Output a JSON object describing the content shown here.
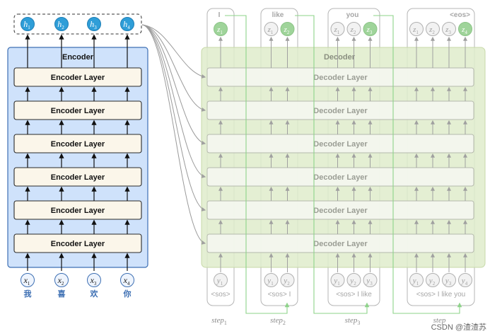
{
  "encoder": {
    "title": "Encoder",
    "layer_label": "Encoder Layer",
    "hidden_states": [
      {
        "sym": "h",
        "sub": "1"
      },
      {
        "sym": "h",
        "sub": "2"
      },
      {
        "sym": "h",
        "sub": "3"
      },
      {
        "sym": "h",
        "sub": "4"
      }
    ],
    "inputs": [
      {
        "sym": "x",
        "sub": "1",
        "token": "我"
      },
      {
        "sym": "x",
        "sub": "2",
        "token": "喜"
      },
      {
        "sym": "x",
        "sub": "3",
        "token": "欢"
      },
      {
        "sym": "x",
        "sub": "4",
        "token": "你"
      }
    ]
  },
  "decoder": {
    "title": "Decoder",
    "layer_label": "Decoder Layer",
    "steps": [
      {
        "label": "step",
        "sub": "1",
        "output_word": "I",
        "z": [
          {
            "sym": "z",
            "sub": "1"
          }
        ],
        "y": [
          {
            "sym": "y",
            "sub": "1"
          }
        ],
        "input_tokens": "<sos>"
      },
      {
        "label": "step",
        "sub": "2",
        "output_word": "like",
        "z": [
          {
            "sym": "z",
            "sub": "1"
          },
          {
            "sym": "z",
            "sub": "2"
          }
        ],
        "y": [
          {
            "sym": "y",
            "sub": "1"
          },
          {
            "sym": "y",
            "sub": "2"
          }
        ],
        "input_tokens": "<sos> I"
      },
      {
        "label": "step",
        "sub": "3",
        "output_word": "you",
        "z": [
          {
            "sym": "z",
            "sub": "1"
          },
          {
            "sym": "z",
            "sub": "2"
          },
          {
            "sym": "z",
            "sub": "3"
          }
        ],
        "y": [
          {
            "sym": "y",
            "sub": "1"
          },
          {
            "sym": "y",
            "sub": "2"
          },
          {
            "sym": "y",
            "sub": "3"
          }
        ],
        "input_tokens": "<sos> I  like"
      },
      {
        "label": "step",
        "sub": "",
        "output_word": "<eos>",
        "z": [
          {
            "sym": "z",
            "sub": "1"
          },
          {
            "sym": "z",
            "sub": "2"
          },
          {
            "sym": "z",
            "sub": "3"
          },
          {
            "sym": "z",
            "sub": "4"
          }
        ],
        "y": [
          {
            "sym": "y",
            "sub": "1"
          },
          {
            "sym": "y",
            "sub": "2"
          },
          {
            "sym": "y",
            "sub": "3"
          },
          {
            "sym": "y",
            "sub": "4"
          }
        ],
        "input_tokens": "<sos> I  like you"
      }
    ]
  },
  "watermark": "CSDN @渣渣苏",
  "colors": {
    "encoder_bg": "#cfe2fb",
    "encoder_border": "#3d6fb3",
    "layer_fill": "#fbf6ea",
    "hidden_fill": "#2f9ed8",
    "decoder_bg": "#e3eecb",
    "green_token": "#9fd49a",
    "arrow_gray": "#9a9a9a",
    "green_line": "#8ed38a"
  }
}
